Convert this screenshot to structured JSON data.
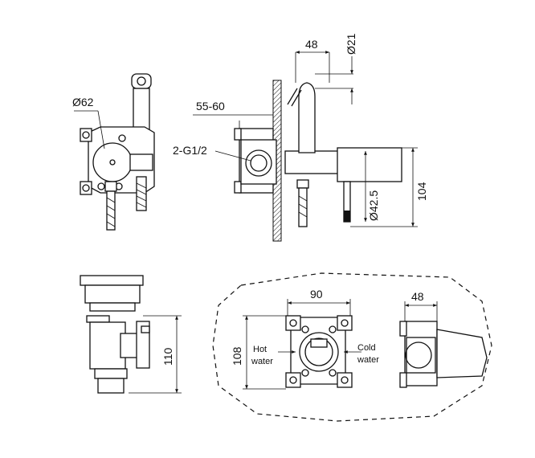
{
  "dimensions": {
    "flange_diameter": "Ø62",
    "wall_range": "55-60",
    "thread": "2-G1/2",
    "spout_offset": "48",
    "hose_diameter": "Ø21",
    "body_diameter": "Ø42.5",
    "body_height": "104",
    "total_height": "110",
    "box_width": "90",
    "box_height": "108",
    "box_depth": "48"
  },
  "labels": {
    "hot_line1": "Hot",
    "hot_line2": "water",
    "cold_line1": "Cold",
    "cold_line2": "water"
  }
}
